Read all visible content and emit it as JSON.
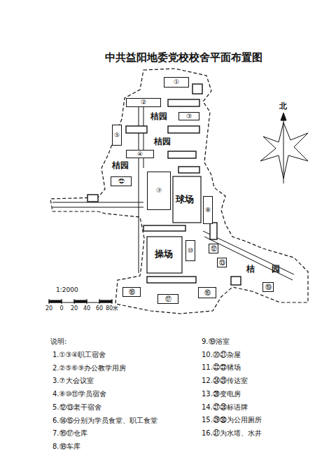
{
  "diagram": {
    "title": "中共益阳地委党校校舍平面布置图",
    "nodes": [
      {
        "text": [
          "①"
        ]
      },
      {
        "text": [
          "②"
        ]
      },
      {
        "text": [
          "③"
        ]
      },
      {
        "text": [
          "④"
        ]
      },
      {
        "text": [
          "⑤"
        ]
      },
      {
        "text": [
          "⑦"
        ]
      },
      {
        "text": [
          "㉒"
        ]
      },
      {
        "text": [
          "⑧"
        ]
      },
      {
        "text": [
          "⑩"
        ]
      },
      {
        "text": [
          "⑫"
        ]
      },
      {
        "text": [
          "⑬"
        ]
      },
      {
        "text": [
          "⑯"
        ]
      },
      {
        "text": [
          "⑰"
        ]
      },
      {
        "text": [
          "⑱"
        ]
      },
      {
        "text": [
          "⑲"
        ]
      }
    ],
    "labels": [
      "桔园",
      "桔园",
      "桔园",
      "球场",
      "操场",
      "桔园",
      "北",
      "1:2000",
      "20",
      "0",
      "20",
      "40",
      "60",
      "80米",
      "说明:",
      "1.①③④职工宿舍",
      "2.②⑤⑥⑨办公教学用房",
      "3.⑦大会议室",
      "4.⑧⑩⑪学员宿舍",
      "5.⑫⑬老干宿舍",
      "6.⑭⑮分别为学员食堂、职工食堂",
      "7.⑯⑰仓库",
      "8.⑱车库",
      "9.⑲浴室",
      "10.⑳㉑杂屋",
      "11.㉒㉓猪场",
      "12.㉔㉕传达室",
      "13.㉖变电房",
      "14.㉗㉘标语牌",
      "15.㉙㉚为公用厕所",
      "16.㉛为水塔、水井"
    ]
  }
}
